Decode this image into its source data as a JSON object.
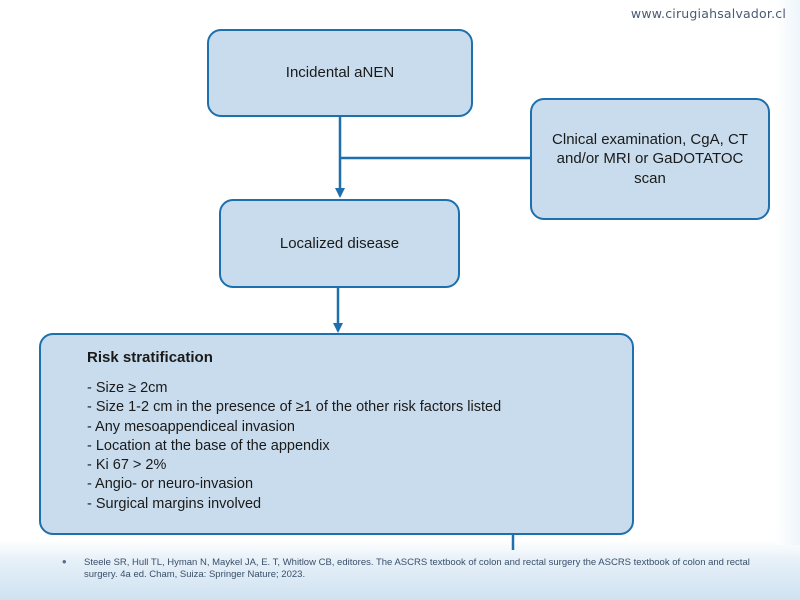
{
  "watermark": "www.cirugiahsalvador.cl",
  "flowchart": {
    "incidental": "Incidental aNEN",
    "workup": "Clnical examination, CgA, CT and/or MRI or GaDOTATOC scan",
    "localized": "Localized disease",
    "risk": {
      "title": "Risk stratification",
      "items": [
        "- Size ≥ 2cm",
        "- Size 1-2 cm in the presence of ≥1 of the other risk factors listed",
        "- Any mesoappendiceal invasion",
        "- Location at the base of the appendix",
        "- Ki 67 > 2%",
        "- Angio- or neuro-invasion",
        "- Surgical margins involved"
      ]
    }
  },
  "citation": {
    "bullet": "•",
    "text": "Steele SR, Hull TL, Hyman N, Maykel JA, E. T, Whitlow CB, editores. The ASCRS textbook of colon and rectal surgery the ASCRS textbook of colon and rectal surgery. 4a ed. Cham, Suiza: Springer Nature; 2023."
  },
  "colors": {
    "box_fill": "#c9dced",
    "box_border": "#1e6fad",
    "arrow": "#1e6fad"
  }
}
